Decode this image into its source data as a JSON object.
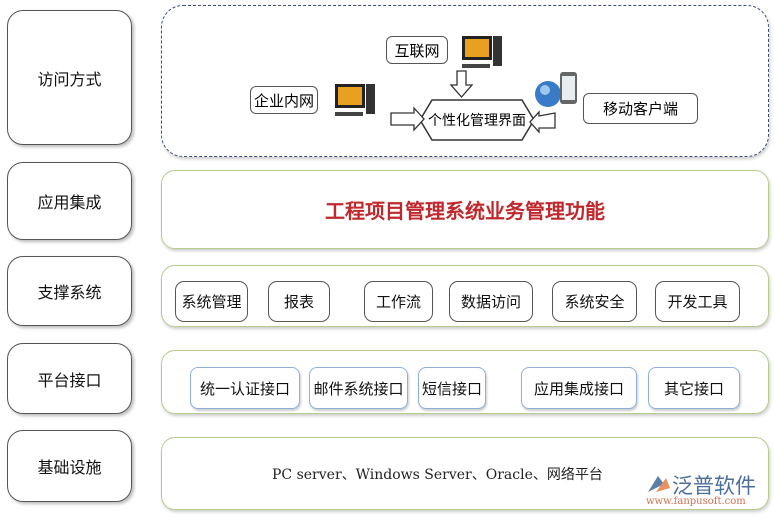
{
  "layers": [
    {
      "label": "访问方式"
    },
    {
      "label": "应用集成"
    },
    {
      "label": "支撑系统"
    },
    {
      "label": "平台接口"
    },
    {
      "label": "基础设施"
    }
  ],
  "access": {
    "internet": "互联网",
    "intranet": "企业内网",
    "mobile": "移动客户端",
    "center": "个性化管理界面"
  },
  "integration": {
    "title": "工程项目管理系统业务管理功能",
    "title_color": "#c0282d"
  },
  "support": [
    "系统管理",
    "报表",
    "工作流",
    "数据访问",
    "系统安全",
    "开发工具"
  ],
  "interfaces": [
    "统一认证接口",
    "邮件系统接口",
    "短信接口",
    "应用集成接口",
    "其它接口"
  ],
  "infrastructure": "PC server、Windows Server、Oracle、网络平台",
  "watermark": {
    "brand": "泛普软件",
    "url": "www.fanpusoft.com"
  }
}
